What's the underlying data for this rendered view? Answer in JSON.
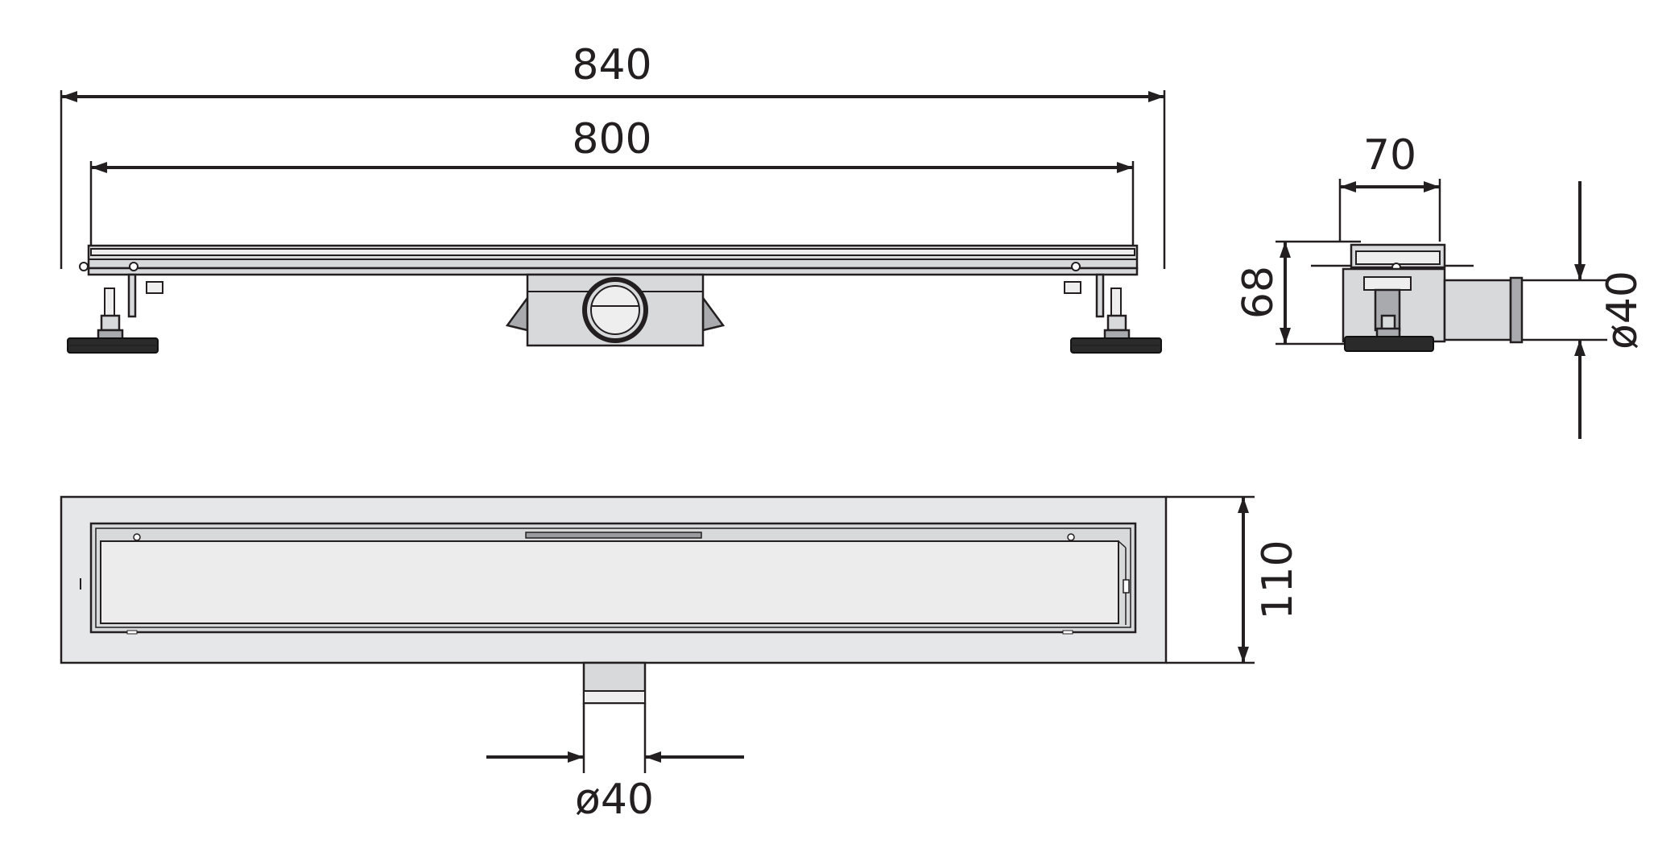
{
  "dimensions": {
    "overall_length": "840",
    "channel_length": "800",
    "width": "70",
    "height": "68",
    "outlet_diameter_side": "ø40",
    "depth": "110",
    "outlet_diameter_top": "ø40"
  },
  "colors": {
    "line": "#231f20",
    "metal": "#d8d9db",
    "metal_dark": "#a8aaad",
    "foot": "#2a2a2a"
  }
}
